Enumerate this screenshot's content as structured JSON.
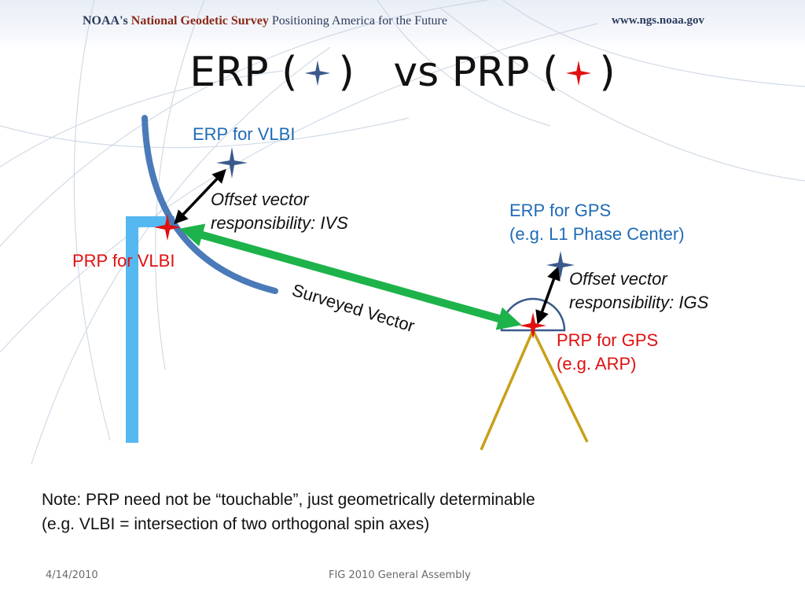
{
  "header": {
    "org_prefix": "NOAA's",
    "org_name": "National Geodetic Survey",
    "tagline": "Positioning America for the Future",
    "url": "www.ngs.noaa.gov"
  },
  "title": {
    "left_text": "ERP (",
    "middle_text": ")   vs PRP (",
    "right_text": ")"
  },
  "labels": {
    "erp_vlbi": "ERP for VLBI",
    "offset_ivs_line1": "Offset vector",
    "offset_ivs_line2": "responsibility:  IVS",
    "erp_gps_line1": "ERP for GPS",
    "erp_gps_line2": "(e.g. L1 Phase Center)",
    "prp_vlbi": "PRP for VLBI",
    "offset_igs_line1": "Offset vector",
    "offset_igs_line2": "responsibility:  IGS",
    "prp_gps_line1": "PRP for GPS",
    "prp_gps_line2": "(e.g. ARP)",
    "surveyed_vector": "Surveyed Vector"
  },
  "note": {
    "line1": "Note: PRP need not be “touchable”, just geometrically determinable",
    "line2": "(e.g. VLBI = intersection of two orthogonal spin axes)"
  },
  "footer": {
    "date": "4/14/2010",
    "event": "FIG 2010 General Assembly"
  },
  "colors": {
    "erp_marker": "#3a5a8c",
    "prp_marker": "#e01010",
    "surveyed_vector": "#1db34a",
    "vlbi_mount": "#55b8f0",
    "vlbi_dish": "#4a7ab8",
    "gps_dome": "#3a5a8c",
    "gps_legs": "#c8a018"
  }
}
